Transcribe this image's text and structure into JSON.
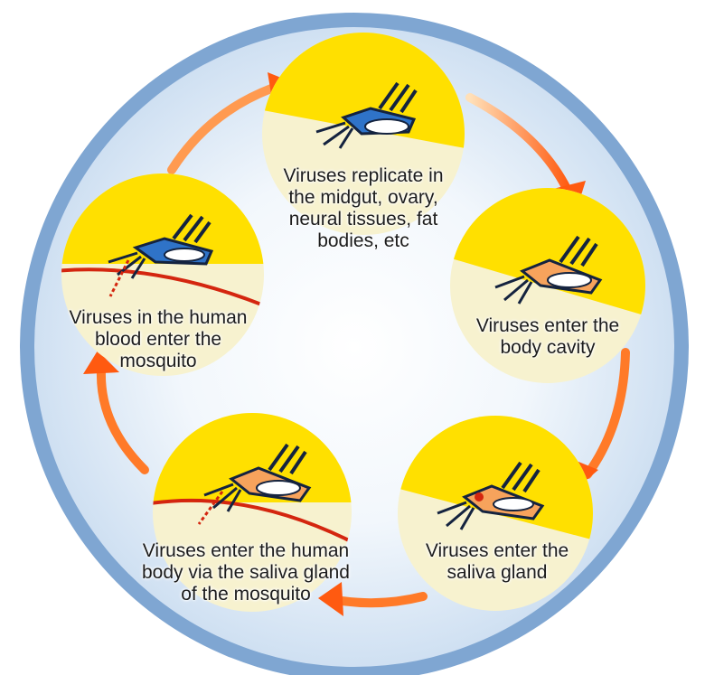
{
  "diagram": {
    "colors": {
      "outer_ring": "#7fa6d2",
      "inner_glow": "#dfeaf6",
      "stage_yellow": "#ffe000",
      "stage_cream": "#f7f2cf",
      "arrow": "#ff5a10",
      "arrow_tail": "#ffd9a8",
      "mosquito_dark": "#14233f",
      "mosquito_blue": "#2f73c8",
      "mosquito_orange": "#f7a35c",
      "blood_line": "#d4260f"
    },
    "stages": [
      {
        "id": "midgut",
        "text": "Viruses replicate in\nthe midgut, ovary,\nneural tissues, fat\nbodies, etc",
        "mosquito": "icon-blue-white"
      },
      {
        "id": "body-cavity",
        "text": "Viruses enter the\nbody cavity",
        "mosquito": "icon-orange-white"
      },
      {
        "id": "saliva-gland",
        "text": "Viruses enter the\nsaliva gland",
        "mosquito": "icon-orange-red-gland"
      },
      {
        "id": "human-body",
        "text": "Viruses enter the human\nbody via the saliva gland\nof the mosquito",
        "mosquito": "icon-orange-biting"
      },
      {
        "id": "human-blood",
        "text": "Viruses in the human\nblood enter the\nmosquito",
        "mosquito": "icon-blue-biting"
      }
    ]
  }
}
